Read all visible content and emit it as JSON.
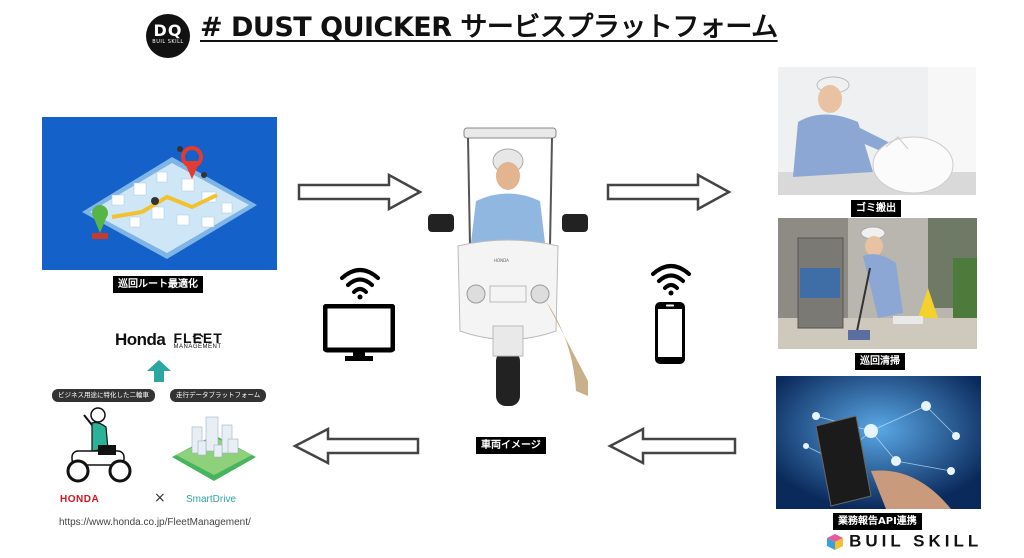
{
  "header": {
    "logo_text": "DQ",
    "logo_subtext": "BUIL SKILL",
    "title": "# DUST QUICKER サービスプラットフォーム"
  },
  "captions": {
    "route": "巡回ルート最適化",
    "garbage": "ゴミ搬出",
    "patrol_clean": "巡回清掃",
    "api": "業務報告API連携",
    "vehicle": "車両イメージ"
  },
  "fleet": {
    "honda": "Honda",
    "fleet": "FLEET",
    "management": "MANAGEMENT",
    "pill_left": "ビジネス用途に特化した二輪車",
    "pill_right": "走行データプラットフォーム",
    "honda_logo": "HONDA",
    "times": "×",
    "smartdrive": "SmartDrive",
    "url": "https://www.honda.co.jp/FleetManagement/"
  },
  "vehicle_badge": "HONDA",
  "brand": {
    "name": "BUIL SKILL"
  },
  "colors": {
    "map_bg": "#1361c9",
    "teal_arrow": "#2aa7a0",
    "honda_red": "#d8141b"
  }
}
